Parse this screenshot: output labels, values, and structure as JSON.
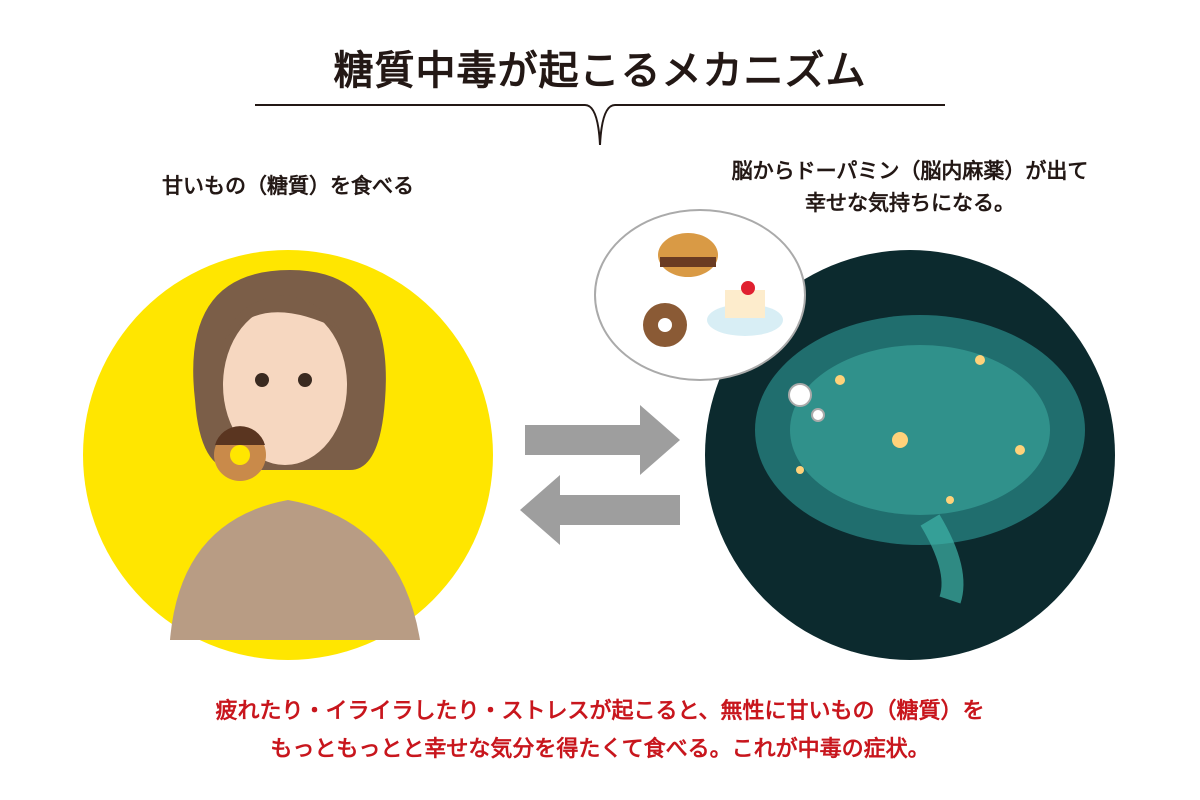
{
  "title": "糖質中毒が起こるメカニズム",
  "left_caption": "甘いもの（糖質）を食べる",
  "right_caption": {
    "line1": "脳からドーパミン（脳内麻薬）が出て",
    "line2": "幸せな気持ちになる。"
  },
  "bottom_text": {
    "line1": "疲れたり・イライラしたり・ストレスが起こると、無性に甘いもの（糖質）を",
    "line2": "もっともっとと幸せな気分を得たくて食べる。これが中毒の症状。"
  },
  "colors": {
    "yellow": "#ffe600",
    "brain_bg": "#0c2a2e",
    "arrow": "#9e9e9e",
    "red": "#c8161d"
  }
}
